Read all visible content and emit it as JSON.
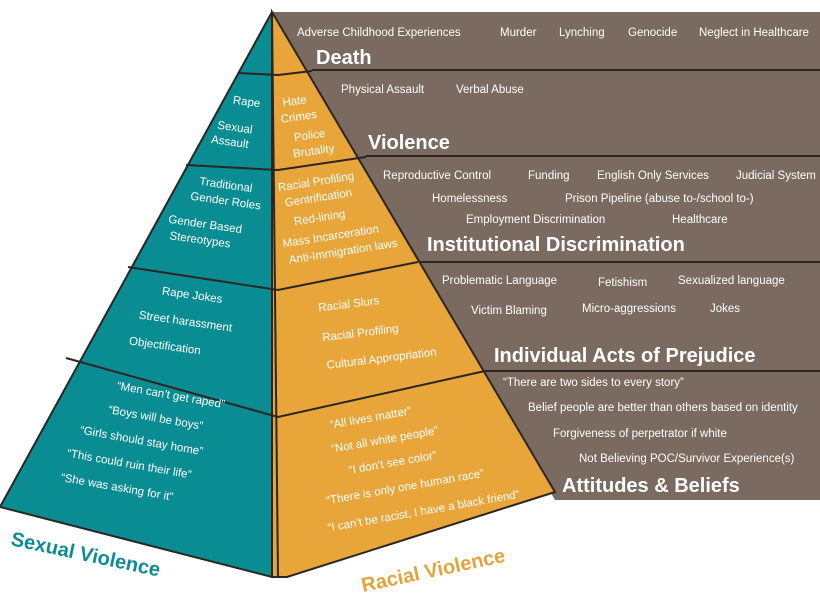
{
  "colors": {
    "teal": "#0a8c93",
    "orange": "#e8a53a",
    "brown": "#7a6a60",
    "divider": "#2b2523",
    "teal_label": "#0b8d93",
    "orange_label": "#e3a43b"
  },
  "levels": [
    {
      "title": "Death",
      "items": [
        "Adverse Childhood Experiences",
        "Murder",
        "Lynching",
        "Genocide",
        "Neglect in Healthcare"
      ]
    },
    {
      "title": "Violence",
      "items": [
        "Physical Assault",
        "Verbal Abuse"
      ]
    },
    {
      "title": "Institutional Discrimination",
      "items": [
        "Reproductive Control",
        "Funding",
        "English Only Services",
        "Judicial System",
        "Homelessness",
        "Prison Pipeline (abuse to-/school to-)",
        "Employment Discrimination",
        "Healthcare"
      ]
    },
    {
      "title": "Individual Acts of Prejudice",
      "items": [
        "Problematic Language",
        "Fetishism",
        "Sexualized language",
        "Victim Blaming",
        "Micro-aggressions",
        "Jokes"
      ]
    },
    {
      "title": "Attitudes & Beliefs",
      "items": [
        "“There are two sides to every story”",
        "Belief people are better than others based on identity",
        "Forgiveness of perpetrator if white",
        "Not Believing POC/Survivor Experience(s)"
      ]
    }
  ],
  "sexual_violence": {
    "label": "Sexual Violence",
    "tiers": [
      [
        "Rape",
        "Sexual",
        "Assault"
      ],
      [
        "Traditional",
        "Gender Roles",
        "Gender Based",
        "Stereotypes"
      ],
      [
        "Rape Jokes",
        "Street harassment",
        "Objectification"
      ],
      [
        "“Men can’t get raped”",
        "“Boys will be boys”",
        "“Girls should stay home”",
        "“This could ruin their life”",
        "“She was asking for it”"
      ]
    ]
  },
  "racial_violence": {
    "label": "Racial Violence",
    "tiers": [
      [
        "Hate",
        "Crimes",
        "Police",
        "Brutality"
      ],
      [
        "Racial Profiling",
        "Gentrification",
        "Red-lining",
        "Mass Incarceration",
        "Anti-Immigration laws"
      ],
      [
        "Racial Slurs",
        "Racial Profiling",
        "Cultural Appropriation"
      ],
      [
        "“All lives matter”",
        "“Not all white people”",
        "“I don’t see color”",
        "“There is only one human race”",
        "“I can’t be racist, I have a black friend”"
      ]
    ]
  }
}
